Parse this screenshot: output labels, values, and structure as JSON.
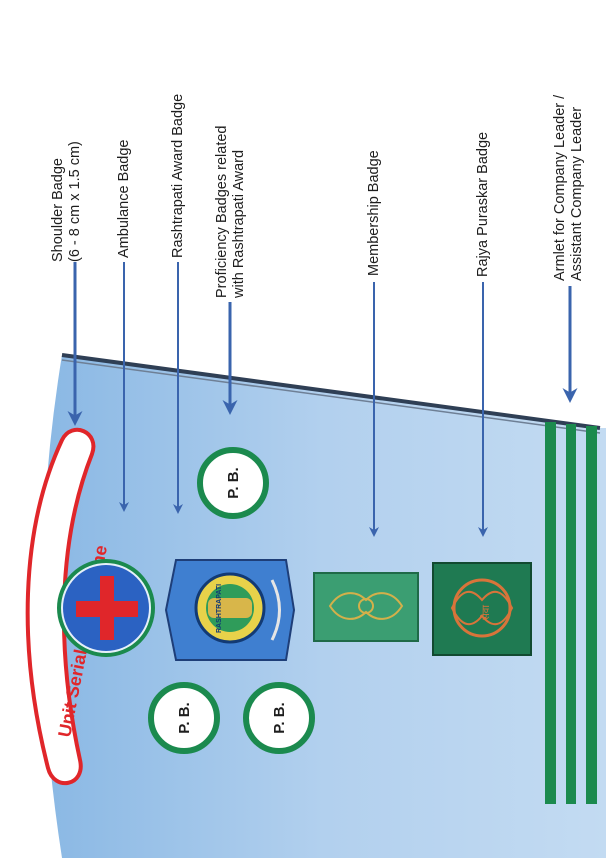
{
  "labels": {
    "shoulder_badge_line1": "Shoulder Badge",
    "shoulder_badge_line2": "(6 - 8 cm x 1.5 cm)",
    "ambulance_badge": "Ambulance Badge",
    "rashtrapati_award_badge": "Rashtrapati Award Badge",
    "proficiency_line1": "Proficiency Badges related",
    "proficiency_line2": "with Rashtrapati Award",
    "membership_badge": "Membership Badge",
    "rajya_puraskar_badge": "Rajya Puraskar Badge",
    "armlet_line1": "Armlet for Company Leader /",
    "armlet_line2": "Assistant Company Leader"
  },
  "shoulder_title": "Unit Serial No. & Name",
  "proficiency_badge_text": "P. B.",
  "rashtrapati_badge_text": "RASHTRAPATI",
  "rajya_emblem_text": "सेवा",
  "colors": {
    "sleeve": "#a9c9ea",
    "arrow": "#3a64ad",
    "armlet_green": "#1b8a4e",
    "badge_red": "#e0262a"
  }
}
